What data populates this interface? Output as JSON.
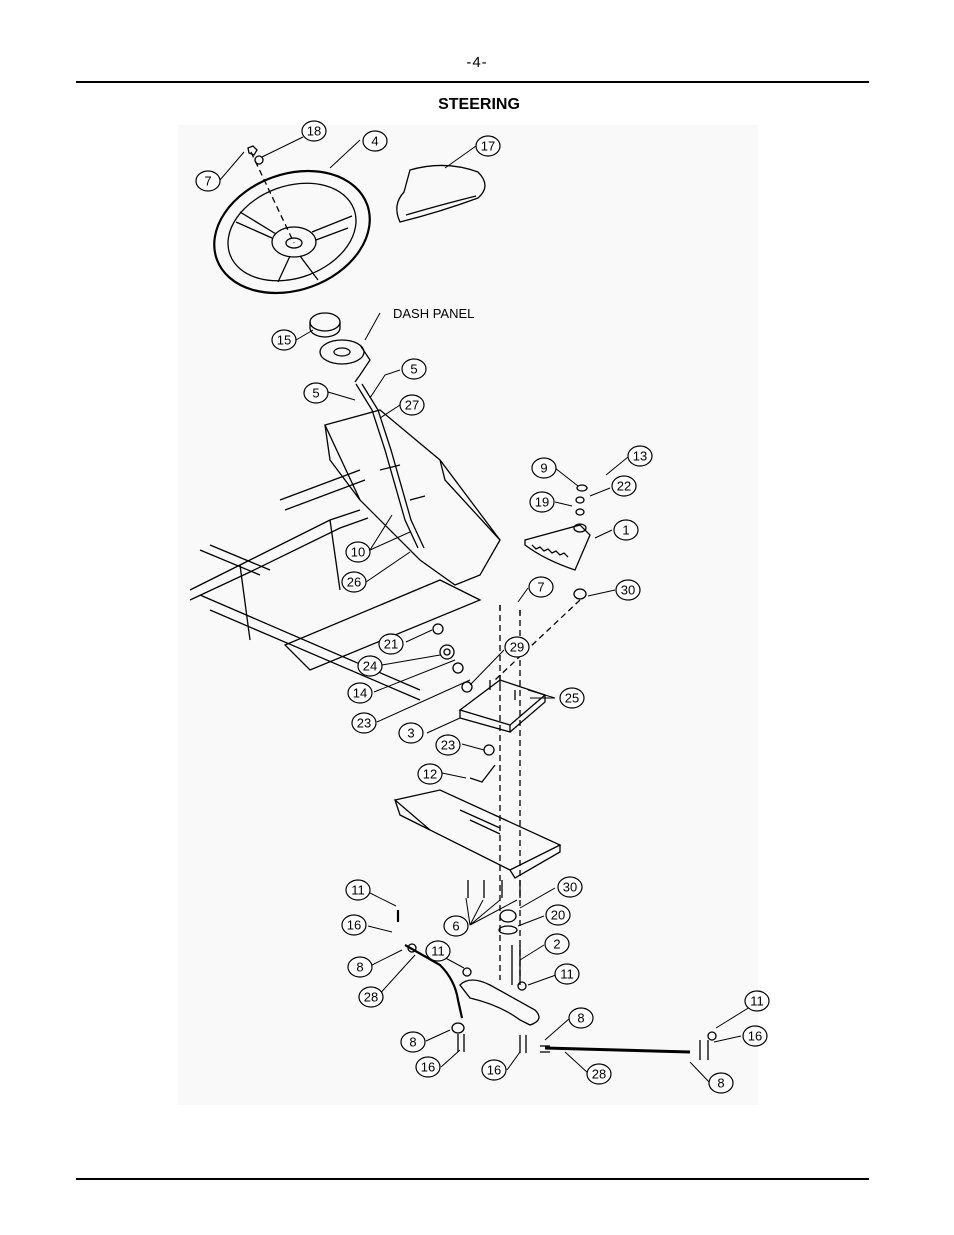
{
  "page_number": "-4-",
  "title": "STEERING",
  "dash_panel_label": "DASH PANEL",
  "callouts": [
    "18",
    "4",
    "7",
    "17",
    "15",
    "5",
    "5",
    "27",
    "9",
    "13",
    "19",
    "22",
    "1",
    "10",
    "26",
    "7",
    "30",
    "21",
    "29",
    "24",
    "25",
    "14",
    "23",
    "3",
    "23",
    "12",
    "11",
    "30",
    "16",
    "6",
    "20",
    "8",
    "2",
    "11",
    "11",
    "28",
    "11",
    "8",
    "8",
    "16",
    "16",
    "16",
    "28",
    "8"
  ]
}
